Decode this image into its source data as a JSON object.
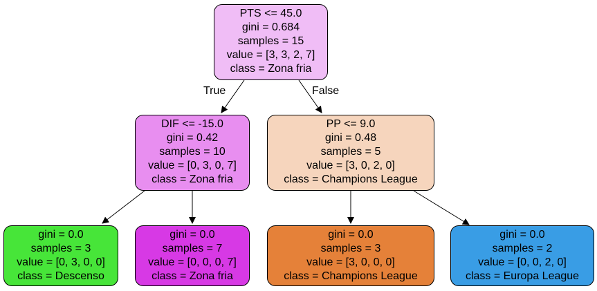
{
  "nodes": {
    "root": {
      "lines": [
        "PTS <= 45.0",
        "gini = 0.684",
        "samples = 15",
        "value = [3, 3, 2, 7]",
        "class = Zona fria"
      ],
      "fill": "#f0bdf6"
    },
    "left": {
      "lines": [
        "DIF <= -15.0",
        "gini = 0.42",
        "samples = 10",
        "value = [0, 3, 0, 7]",
        "class = Zona fria"
      ],
      "fill": "#e88ef0"
    },
    "right": {
      "lines": [
        "PP <= 9.0",
        "gini = 0.48",
        "samples = 5",
        "value = [3, 0, 2, 0]",
        "class = Champions League"
      ],
      "fill": "#f6d5bd"
    },
    "ll": {
      "lines": [
        "gini = 0.0",
        "samples = 3",
        "value = [0, 3, 0, 0]",
        "class = Descenso"
      ],
      "fill": "#47e539"
    },
    "lr": {
      "lines": [
        "gini = 0.0",
        "samples = 7",
        "value = [0, 0, 0, 7]",
        "class = Zona fria"
      ],
      "fill": "#d739e5"
    },
    "rl": {
      "lines": [
        "gini = 0.0",
        "samples = 3",
        "value = [3, 0, 0, 0]",
        "class = Champions League"
      ],
      "fill": "#e58139"
    },
    "rr": {
      "lines": [
        "gini = 0.0",
        "samples = 2",
        "value = [0, 0, 2, 0]",
        "class = Europa League"
      ],
      "fill": "#399de5"
    }
  },
  "edge_labels": {
    "true": "True",
    "false": "False"
  }
}
